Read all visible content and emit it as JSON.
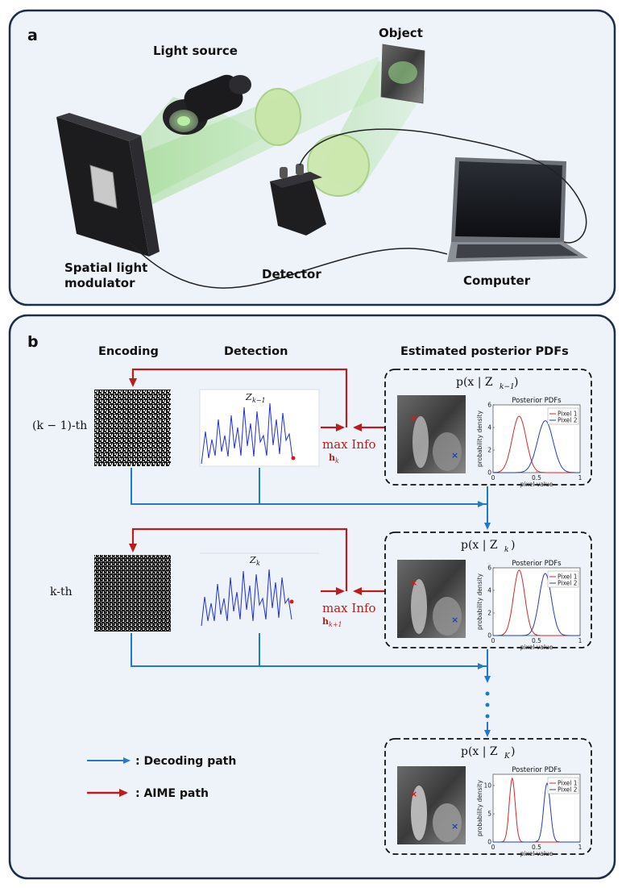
{
  "panel_a": {
    "letter": "a",
    "light_source": "Light source",
    "object": "Object",
    "slm_line1": "Spatial light",
    "slm_line2": "modulator",
    "detector": "Detector",
    "computer": "Computer"
  },
  "panel_b": {
    "letter": "b",
    "encoding": "Encoding",
    "detection": "Detection",
    "posterior_header": "Estimated posterior PDFs",
    "row1": {
      "row_label": "(k − 1)-th",
      "measurement_label": "Z",
      "measurement_sub": "k−1",
      "max_info": "max Info",
      "h_label": "h",
      "h_sub": "k",
      "posterior_title": "p(x | Z",
      "posterior_sub": "k−1",
      "posterior_close": ")"
    },
    "row2": {
      "row_label": "k-th",
      "measurement_label": "Z",
      "measurement_sub": "k",
      "max_info": "max Info",
      "h_label": "h",
      "h_sub": "k+1",
      "posterior_title": "p(x | Z",
      "posterior_sub": "k",
      "posterior_close": ")"
    },
    "row3": {
      "posterior_title": "p(x | Z",
      "posterior_sub": "K",
      "posterior_close": ")"
    },
    "legend": {
      "decoding": ": Decoding path",
      "aime": ": AIME path"
    },
    "colors": {
      "decoding": "#1f7ac8",
      "aime": "#b81e1e",
      "pixel1": "#d62728",
      "pixel2": "#1f3fb4",
      "panel_fill": "#eef3fa",
      "panel_border": "#1d2e4a"
    }
  },
  "plot_text": {
    "title": "Posterior PDFs",
    "ylabel": "probability density",
    "xlabel": "pixel value",
    "legend1": "Pixel 1",
    "legend2": "Pixel 2"
  },
  "chart_data": [
    {
      "type": "line",
      "title": "Posterior PDFs",
      "xlabel": "pixel value",
      "ylabel": "probability density",
      "xlim": [
        0,
        1
      ],
      "ylim": [
        0,
        6
      ],
      "xticks": [
        "0",
        "0.5",
        "1"
      ],
      "yticks": [
        "0",
        "2",
        "4",
        "6"
      ],
      "series": [
        {
          "name": "Pixel 1",
          "mean": 0.3,
          "peak": 5.0,
          "sd": 0.08
        },
        {
          "name": "Pixel 2",
          "mean": 0.6,
          "peak": 4.6,
          "sd": 0.09
        }
      ]
    },
    {
      "type": "line",
      "title": "Posterior PDFs",
      "xlabel": "pixel value",
      "ylabel": "probability density",
      "xlim": [
        0,
        1
      ],
      "ylim": [
        0,
        6
      ],
      "xticks": [
        "0",
        "0.5",
        "1"
      ],
      "yticks": [
        "0",
        "2",
        "4",
        "6"
      ],
      "series": [
        {
          "name": "Pixel 1",
          "mean": 0.3,
          "peak": 5.8,
          "sd": 0.065
        },
        {
          "name": "Pixel 2",
          "mean": 0.6,
          "peak": 5.5,
          "sd": 0.07
        }
      ]
    },
    {
      "type": "line",
      "title": "Posterior PDFs",
      "xlabel": "pixel value",
      "ylabel": "probability density",
      "xlim": [
        0,
        1
      ],
      "ylim": [
        0,
        12
      ],
      "xticks": [
        "0",
        "0.5",
        "1"
      ],
      "yticks": [
        "0",
        "5",
        "10"
      ],
      "series": [
        {
          "name": "Pixel 1",
          "mean": 0.22,
          "peak": 11.3,
          "sd": 0.034
        },
        {
          "name": "Pixel 2",
          "mean": 0.62,
          "peak": 10.4,
          "sd": 0.038
        }
      ]
    }
  ]
}
